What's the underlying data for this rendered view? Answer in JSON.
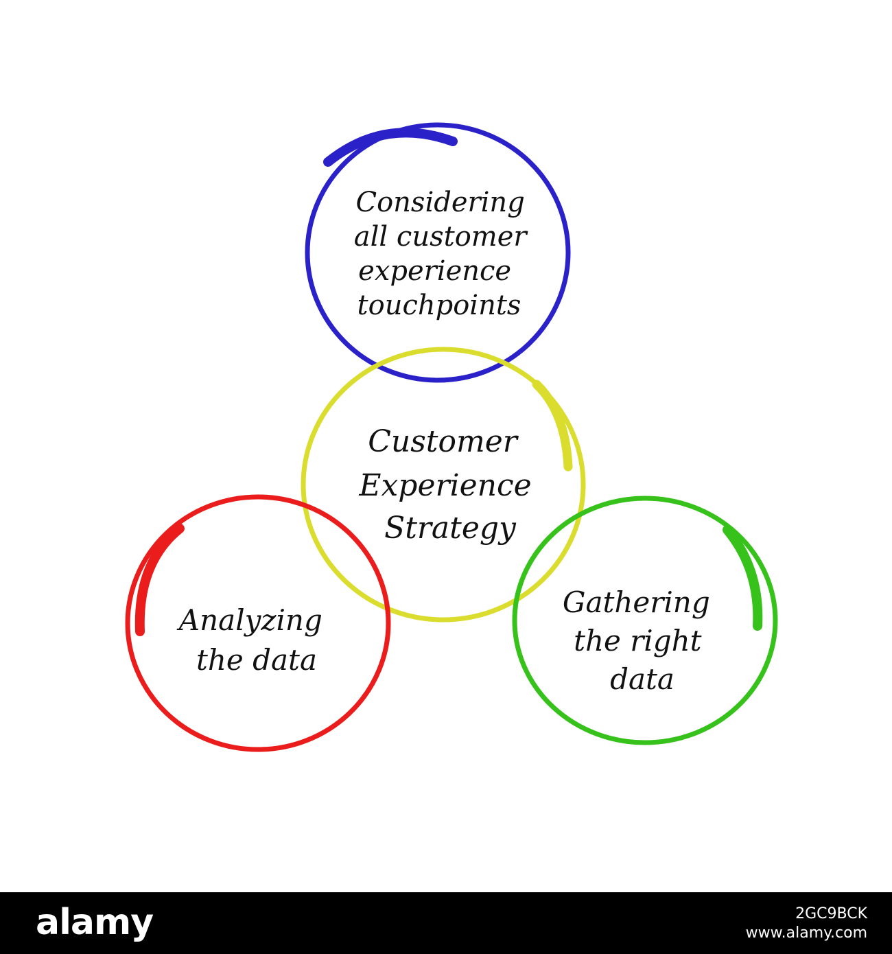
{
  "circles": [
    {
      "id": "top",
      "color": "#2a22c8",
      "lines": [
        "Considering",
        "all customer",
        "experience",
        "touchpoints"
      ]
    },
    {
      "id": "center",
      "color": "#dadd2e",
      "lines": [
        "Customer",
        "Experience",
        "Strategy"
      ]
    },
    {
      "id": "left",
      "color": "#ea1c1c",
      "lines": [
        "Analyzing",
        "the data"
      ]
    },
    {
      "id": "right",
      "color": "#36c21b",
      "lines": [
        "Gathering",
        "the right",
        "data"
      ]
    }
  ],
  "stock_bar": {
    "logo": "alamy",
    "image_id": "2GC9BCK",
    "url": "www.alamy.com"
  }
}
